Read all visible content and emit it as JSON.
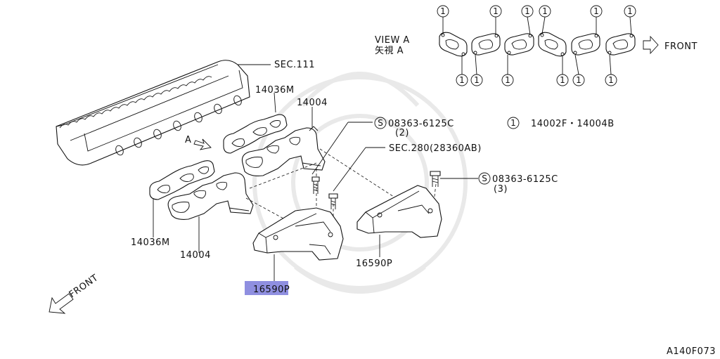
{
  "view_title_en": "VIEW A",
  "view_title_jp": "矢視 A",
  "gasket_callout_symbol": "1",
  "front_top": "FRONT",
  "front_bottom": "FRONT",
  "sec_111": "SEC.111",
  "sec_280": "SEC.280(28360AB)",
  "legend_symbol": "1",
  "legend_text": "14002F・14004B",
  "bolt_symbol": "S",
  "bolt1_part": "08363-6125C",
  "bolt1_qty": "(2)",
  "bolt2_part": "08363-6125C",
  "bolt2_qty": "(3)",
  "label_a": "A",
  "p_14036m_upper": "14036M",
  "p_14004_upper": "14004",
  "p_14036m_lower": "14036M",
  "p_14004_lower": "14004",
  "p_16590p_right": "16590P",
  "p_16590p_highlight": "16590P",
  "highlight_color": "#8f8fe0",
  "figure_code": "A140F073"
}
